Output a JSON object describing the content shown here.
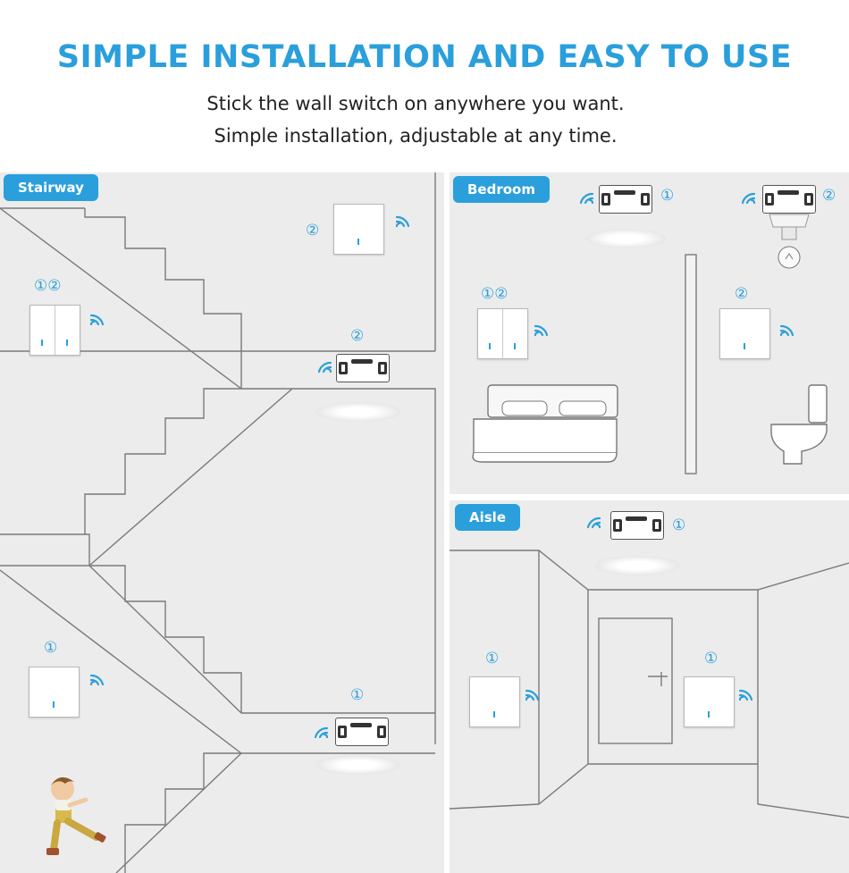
{
  "header": {
    "title": "SIMPLE INSTALLATION AND EASY TO USE",
    "subtitle_line1": "Stick the wall switch on anywhere you want.",
    "subtitle_line2": "Simple installation,  adjustable at any time."
  },
  "colors": {
    "accent": "#2a9fdc",
    "panel_bg": "#ececec",
    "line": "#7a7a7a"
  },
  "panels": {
    "stairway": {
      "label": "Stairway"
    },
    "bedroom": {
      "label": "Bedroom"
    },
    "aisle": {
      "label": "Aisle"
    }
  },
  "markers": {
    "one": "①",
    "two": "②",
    "one_two": "①②"
  },
  "icons": {
    "wifi": "wifi-signal-icon",
    "relay": "wireless-relay-receiver-icon",
    "lamp": "ceiling-lamp-icon",
    "bulb": "light-bulb-icon",
    "bed": "bed-icon",
    "toilet": "toilet-icon",
    "door": "door-icon",
    "child": "walking-child-icon"
  }
}
